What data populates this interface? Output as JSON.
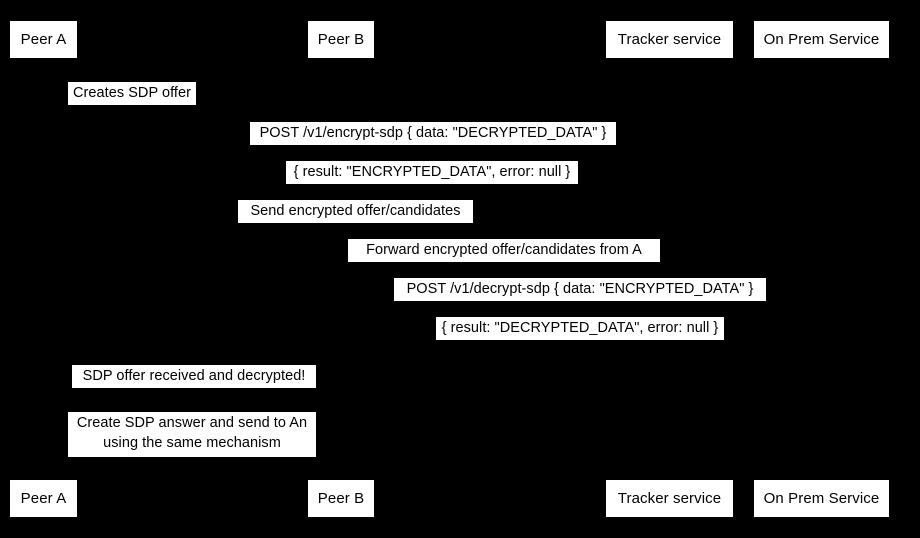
{
  "diagram": {
    "type": "sequence-diagram",
    "background_color": "#000000",
    "box_fill_color": "#ffffff",
    "text_color": "#000000",
    "participants": [
      {
        "id": "peer-a",
        "label": "Peer A"
      },
      {
        "id": "peer-b",
        "label": "Peer B"
      },
      {
        "id": "tracker",
        "label": "Tracker service"
      },
      {
        "id": "on-prem",
        "label": "On Prem Service"
      }
    ],
    "messages": [
      {
        "id": "creates-sdp-offer",
        "label": "Creates SDP offer",
        "from": "peer-a",
        "to": "peer-a",
        "kind": "self-note"
      },
      {
        "id": "post-encrypt-sdp",
        "label": "POST /v1/encrypt-sdp { data: \"DECRYPTED_DATA\" }",
        "from": "peer-a",
        "to": "on-prem",
        "kind": "request"
      },
      {
        "id": "encrypt-sdp-result",
        "label": "{ result: \"ENCRYPTED_DATA\", error: null }",
        "from": "on-prem",
        "to": "peer-a",
        "kind": "response"
      },
      {
        "id": "send-encrypted-offer",
        "label": "Send encrypted offer/candidates",
        "from": "peer-a",
        "to": "tracker",
        "kind": "request"
      },
      {
        "id": "forward-encrypted-offer",
        "label": "Forward encrypted offer/candidates from A",
        "from": "tracker",
        "to": "peer-b",
        "kind": "request"
      },
      {
        "id": "post-decrypt-sdp",
        "label": "POST /v1/decrypt-sdp { data: \"ENCRYPTED_DATA\" }",
        "from": "peer-b",
        "to": "on-prem",
        "kind": "request"
      },
      {
        "id": "decrypt-sdp-result",
        "label": "{ result: \"DECRYPTED_DATA\", error: null }",
        "from": "on-prem",
        "to": "peer-b",
        "kind": "response"
      },
      {
        "id": "sdp-offer-received",
        "label": "SDP offer received and decrypted!",
        "from": "peer-b",
        "to": "peer-b",
        "kind": "self-note"
      },
      {
        "id": "create-sdp-answer",
        "label_line_1": "Create SDP answer and send to An",
        "label_line_2": "using the same mechanism",
        "from": "peer-b",
        "to": "peer-b",
        "kind": "self-note"
      }
    ]
  }
}
